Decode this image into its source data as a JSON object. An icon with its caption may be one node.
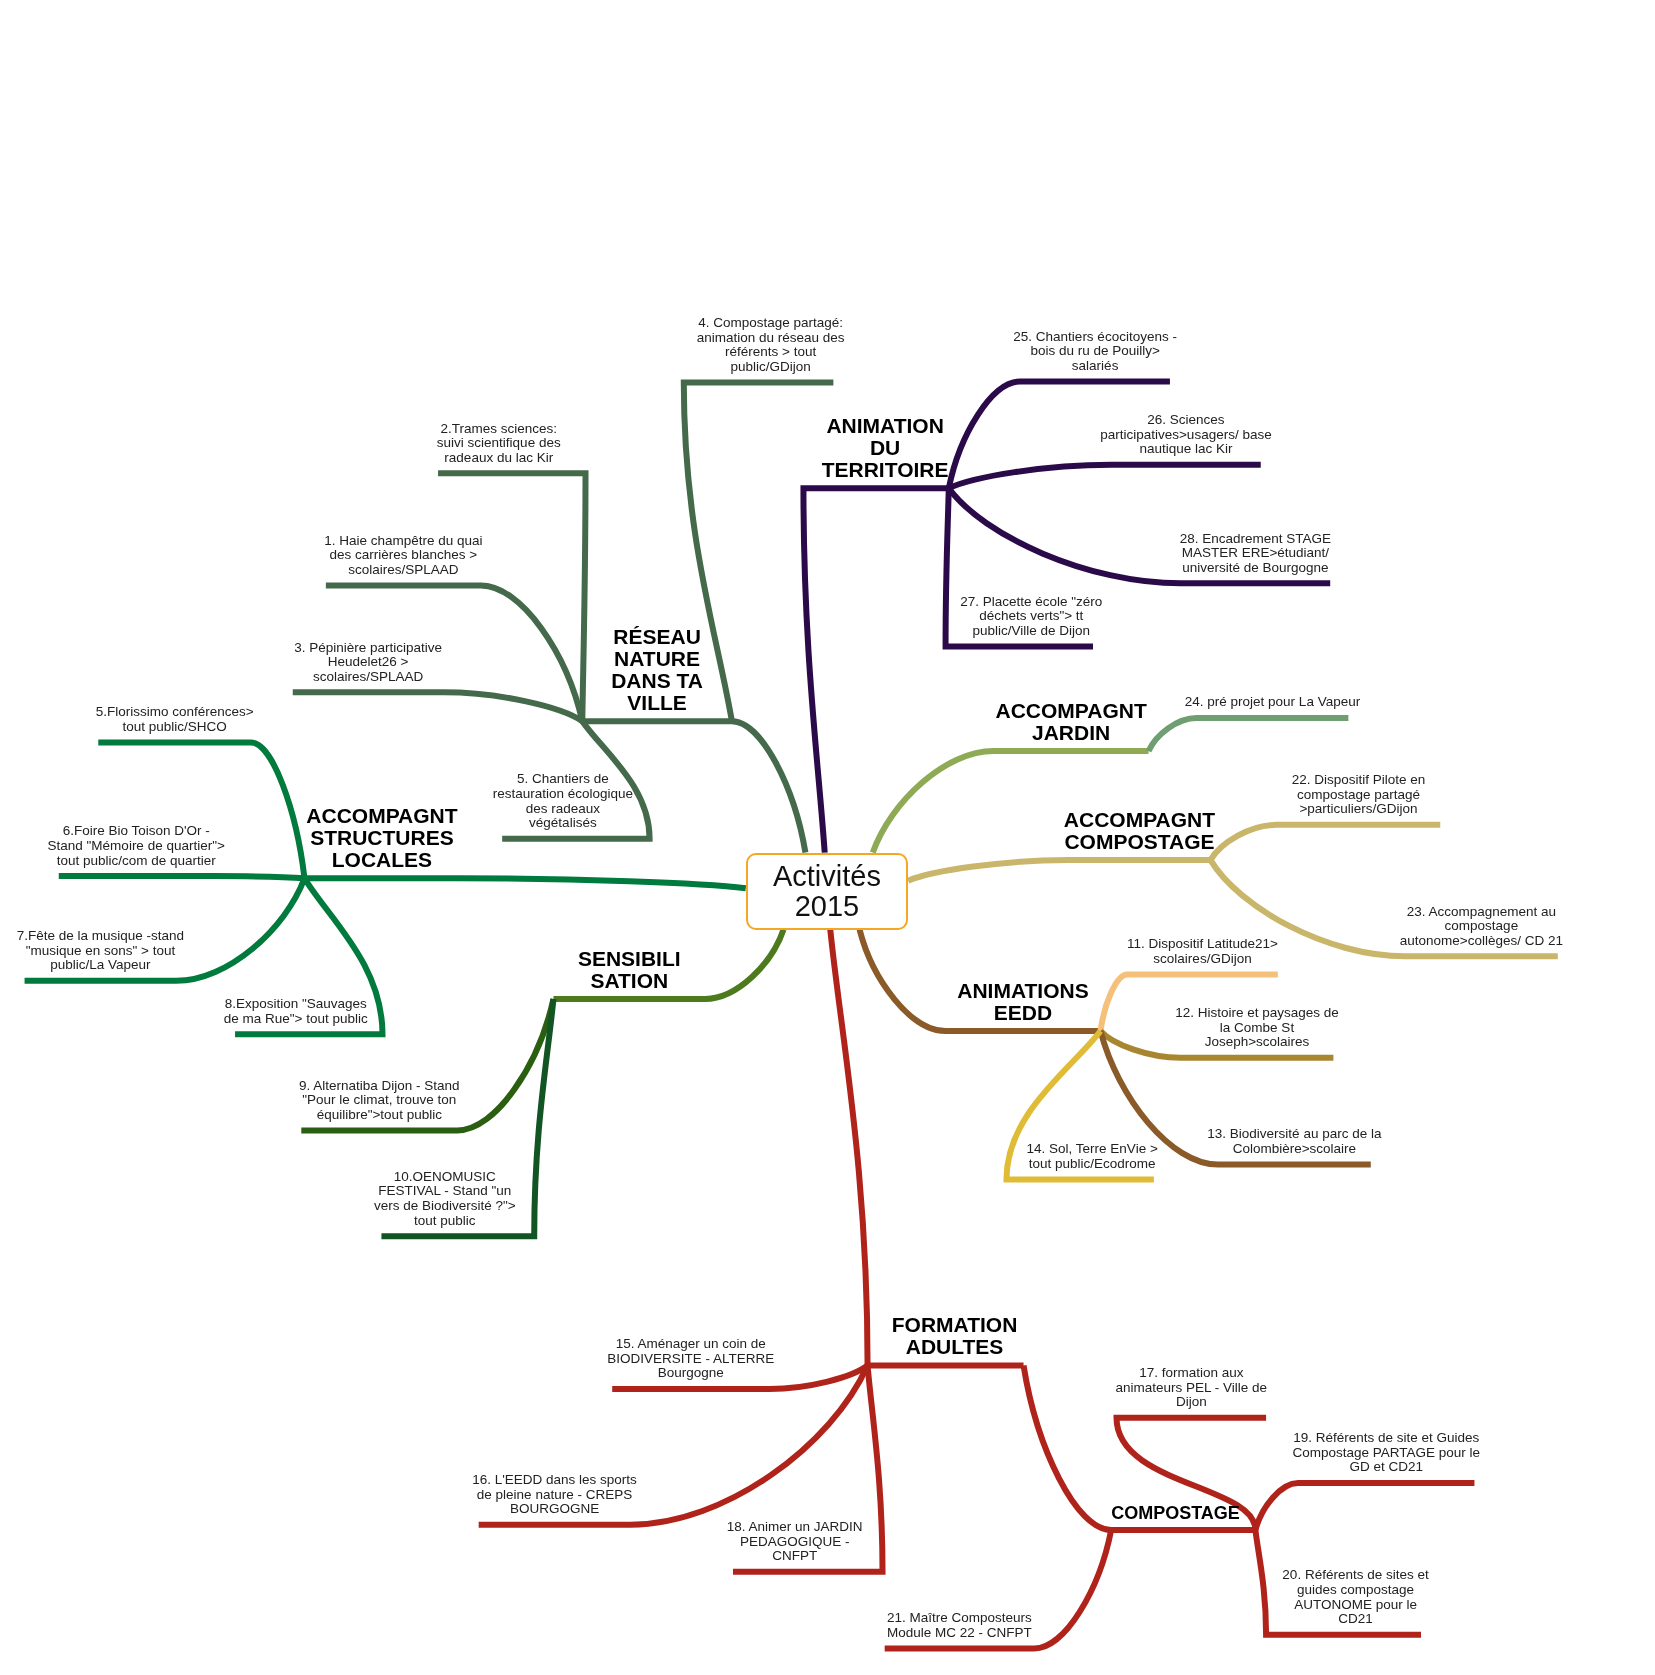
{
  "diagram": {
    "nodes": [
      {
        "text": [
          "Activités 2015"
        ]
      },
      {
        "text": [
          "RÉSEAU NATURE DANS TA VILLE"
        ]
      },
      {
        "text": [
          "2.Trames sciences: suivi scientifique des radeaux du lac Kir"
        ]
      },
      {
        "text": [
          "4. Compostage partagé: animation du réseau des référents > tout public/GDijon"
        ]
      },
      {
        "text": [
          "1. Haie champêtre du quai des carrières blanches > scolaires/SPLAAD"
        ]
      },
      {
        "text": [
          "3. Pépinière participative Heudelet26 > scolaires/SPLAAD"
        ]
      },
      {
        "text": [
          "5. Chantiers de restauration écologique des radeaux végétalisés"
        ]
      },
      {
        "text": [
          "ANIMATION DU TERRITOIRE"
        ]
      },
      {
        "text": [
          "25. Chantiers écocitoyens - bois du ru de Pouilly> salariés"
        ]
      },
      {
        "text": [
          "26. Sciences participatives>usagers/ base nautique lac Kir"
        ]
      },
      {
        "text": [
          "28. Encadrement STAGE MASTER ERE>étudiant/ université de Bourgogne"
        ]
      },
      {
        "text": [
          "27. Placette école \"zéro déchets verts\"> tt public/Ville de Dijon"
        ]
      },
      {
        "text": [
          "ACCOMPAGNT STRUCTURES LOCALES"
        ]
      },
      {
        "text": [
          "5.Florissimo conférences> tout public/SHCO"
        ]
      },
      {
        "text": [
          "6.Foire Bio Toison D'Or - Stand \"Mémoire de quartier\"> tout public/com de quartier"
        ]
      },
      {
        "text": [
          "7.Fête de la musique -stand \"musique en sons\" > tout public/La Vapeur"
        ]
      },
      {
        "text": [
          "8.Exposition \"Sauvages de ma Rue\"> tout public"
        ]
      },
      {
        "text": [
          "ACCOMPAGNT JARDIN"
        ]
      },
      {
        "text": [
          "24. pré projet pour La Vapeur"
        ]
      },
      {
        "text": [
          "ACCOMPAGNT COMPOSTAGE"
        ]
      },
      {
        "text": [
          "22. Dispositif Pilote en compostage partagé >particuliers/GDijon"
        ]
      },
      {
        "text": [
          "23. Accompagnement au compostage autonome>collèges/ CD 21"
        ]
      },
      {
        "text": [
          "SENSIBILI SATION"
        ]
      },
      {
        "text": [
          "9. Alternatiba Dijon - Stand \"Pour le climat, trouve ton équilibre\">tout public"
        ]
      },
      {
        "text": [
          "10.OENOMUSIC FESTIVAL - Stand \"un vers de Biodiversité ?\"> tout public"
        ]
      },
      {
        "text": [
          "ANIMATIONS EEDD"
        ]
      },
      {
        "text": [
          "11. Dispositif Latitude21> scolaires/GDijon"
        ]
      },
      {
        "text": [
          "12. Histoire et paysages de la Combe St Joseph>scolaires"
        ]
      },
      {
        "text": [
          "13. Biodiversité au parc de la Colombière>scolaire"
        ]
      },
      {
        "text": [
          "14. Sol, Terre EnVie > tout public/Ecodrome"
        ]
      },
      {
        "text": [
          "FORMATION ADULTES"
        ]
      },
      {
        "text": [
          "15. Aménager un coin de BIODIVERSITE - ALTERRE Bourgogne"
        ]
      },
      {
        "text": [
          "16. L'EEDD dans les sports de pleine nature - CREPS BOURGOGNE"
        ]
      },
      {
        "text": [
          "18. Animer un JARDIN PEDAGOGIQUE - CNFPT"
        ]
      },
      {
        "text": [
          "COMPOSTAGE"
        ]
      },
      {
        "text": [
          "17. formation aux animateurs PEL - Ville de Dijon"
        ]
      },
      {
        "text": [
          "19. Référents de site et Guides Compostage PARTAGE pour le GD et CD21"
        ]
      },
      {
        "text": [
          "20. Référents de sites et guides compostage AUTONOME pour le CD21"
        ]
      },
      {
        "text": [
          "21. Maître Composteurs Module MC 22 - CNFPT"
        ]
      }
    ],
    "edges": [
      {
        "from": 0,
        "to": 1,
        "arrow": "none",
        "color": "#44694b"
      },
      {
        "from": 1,
        "to": 2,
        "arrow": "none",
        "color": "#44694b"
      },
      {
        "from": 1,
        "to": 3,
        "arrow": "none",
        "color": "#44694b"
      },
      {
        "from": 1,
        "to": 4,
        "arrow": "none",
        "color": "#44694b"
      },
      {
        "from": 1,
        "to": 5,
        "arrow": "none",
        "color": "#44694b"
      },
      {
        "from": 1,
        "to": 6,
        "arrow": "none",
        "color": "#44694b"
      },
      {
        "from": 0,
        "to": 7,
        "arrow": "none",
        "color": "#2b0a4a"
      },
      {
        "from": 7,
        "to": 8,
        "arrow": "none",
        "color": "#2b0a4a"
      },
      {
        "from": 7,
        "to": 9,
        "arrow": "none",
        "color": "#2b0a4a"
      },
      {
        "from": 7,
        "to": 10,
        "arrow": "none",
        "color": "#2b0a4a"
      },
      {
        "from": 7,
        "to": 11,
        "arrow": "none",
        "color": "#2b0a4a"
      },
      {
        "from": 0,
        "to": 12,
        "arrow": "none",
        "color": "#007a3d"
      },
      {
        "from": 12,
        "to": 13,
        "arrow": "none",
        "color": "#007a3d"
      },
      {
        "from": 12,
        "to": 14,
        "arrow": "none",
        "color": "#007a3d"
      },
      {
        "from": 12,
        "to": 15,
        "arrow": "none",
        "color": "#007a3d"
      },
      {
        "from": 12,
        "to": 16,
        "arrow": "none",
        "color": "#007a3d"
      },
      {
        "from": 0,
        "to": 17,
        "arrow": "none",
        "color": "#8faa55"
      },
      {
        "from": 17,
        "to": 18,
        "arrow": "none",
        "color": "#6e9e72"
      },
      {
        "from": 0,
        "to": 19,
        "arrow": "none",
        "color": "#c9b66a"
      },
      {
        "from": 19,
        "to": 20,
        "arrow": "none",
        "color": "#c9b66a"
      },
      {
        "from": 19,
        "to": 21,
        "arrow": "none",
        "color": "#c9b66a"
      },
      {
        "from": 0,
        "to": 22,
        "arrow": "none",
        "color": "#4e7a1e"
      },
      {
        "from": 22,
        "to": 23,
        "arrow": "none",
        "color": "#2a5e10"
      },
      {
        "from": 22,
        "to": 24,
        "arrow": "none",
        "color": "#125424"
      },
      {
        "from": 0,
        "to": 25,
        "arrow": "none",
        "color": "#8a5a28"
      },
      {
        "from": 25,
        "to": 26,
        "arrow": "none",
        "color": "#f5c07a"
      },
      {
        "from": 25,
        "to": 27,
        "arrow": "none",
        "color": "#a88630"
      },
      {
        "from": 25,
        "to": 28,
        "arrow": "none",
        "color": "#8a5a28"
      },
      {
        "from": 25,
        "to": 29,
        "arrow": "none",
        "color": "#e0bb35"
      },
      {
        "from": 0,
        "to": 30,
        "arrow": "none",
        "color": "#b0231a"
      },
      {
        "from": 30,
        "to": 31,
        "arrow": "none",
        "color": "#b0231a"
      },
      {
        "from": 30,
        "to": 32,
        "arrow": "none",
        "color": "#b0231a"
      },
      {
        "from": 30,
        "to": 33,
        "arrow": "none",
        "color": "#b0231a"
      },
      {
        "from": 30,
        "to": 34,
        "arrow": "none",
        "color": "#b0231a"
      },
      {
        "from": 34,
        "to": 35,
        "arrow": "none",
        "color": "#b0231a"
      },
      {
        "from": 34,
        "to": 36,
        "arrow": "none",
        "color": "#b0231a"
      },
      {
        "from": 34,
        "to": 37,
        "arrow": "none",
        "color": "#b0231a"
      },
      {
        "from": 34,
        "to": 38,
        "arrow": "none",
        "color": "#b0231a"
      }
    ]
  }
}
